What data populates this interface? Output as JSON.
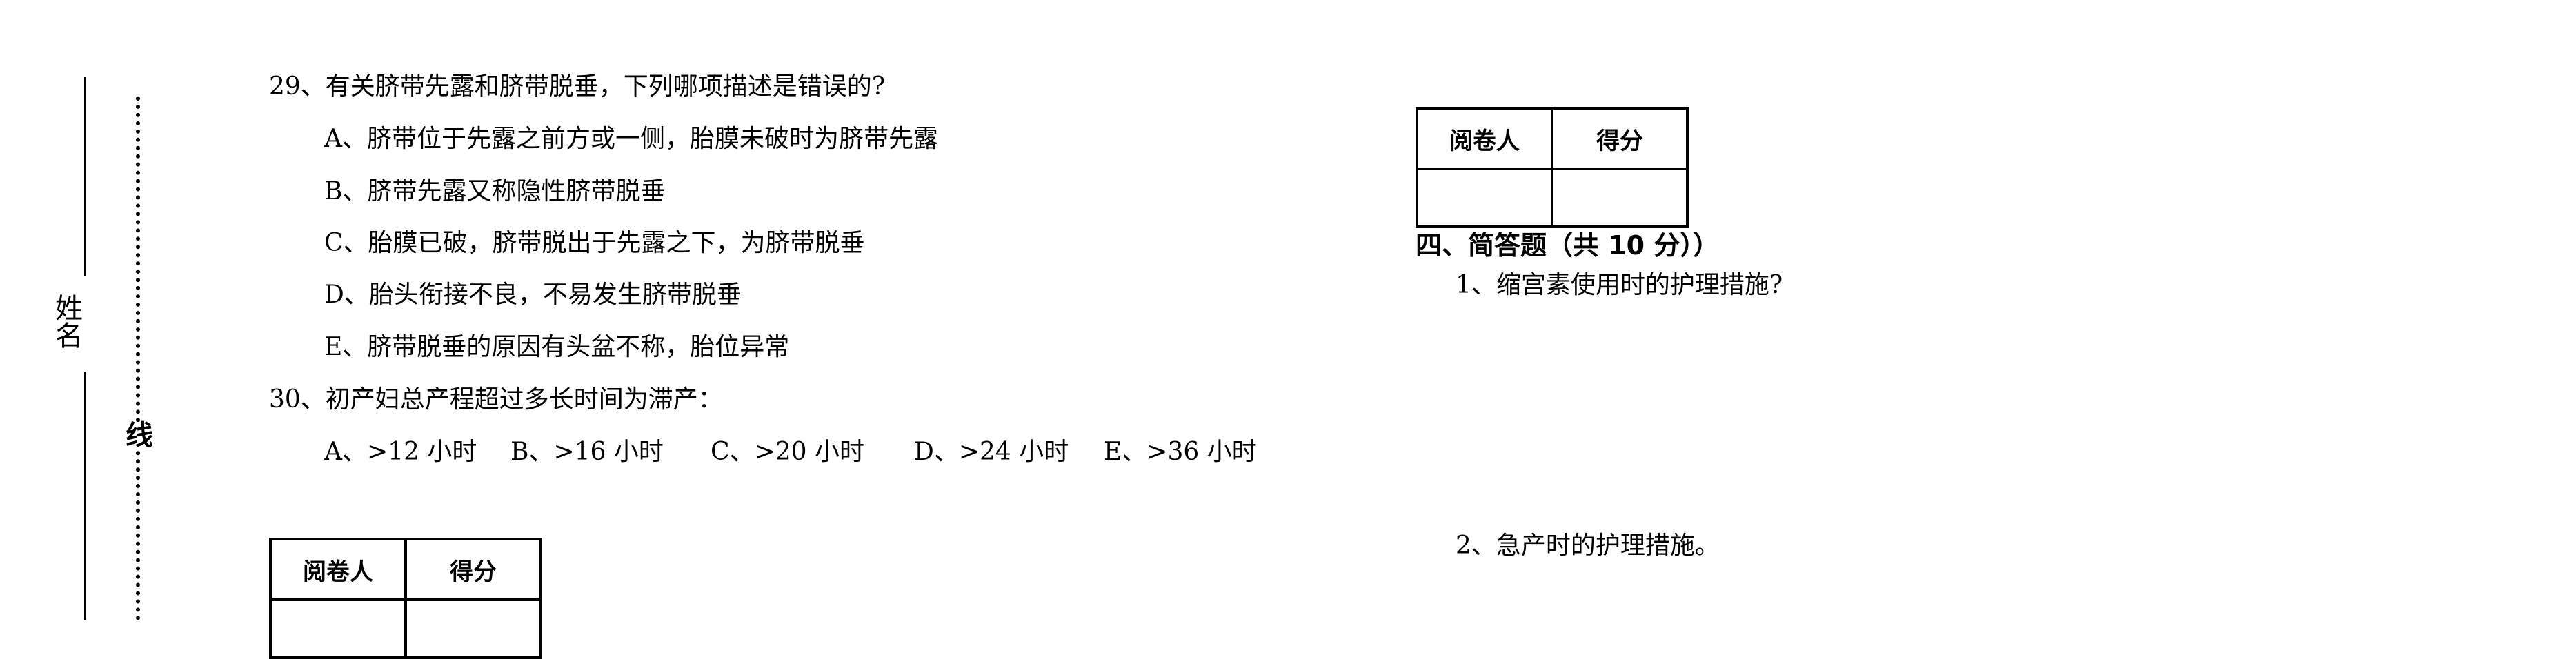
{
  "margin": {
    "name_label": [
      "姓",
      "名"
    ],
    "line_label": "线"
  },
  "q29": {
    "stem": "29、有关脐带先露和脐带脱垂，下列哪项描述是错误的?",
    "options": [
      "A、脐带位于先露之前方或一侧，胎膜未破时为脐带先露",
      "B、脐带先露又称隐性脐带脱垂",
      "C、胎膜已破，脐带脱出于先露之下，为脐带脱垂",
      "D、胎头衔接不良，不易发生脐带脱垂",
      "E、脐带脱垂的原因有头盆不称，胎位异常"
    ]
  },
  "q30": {
    "stem": "30、初产妇总产程超过多长时间为滞产：",
    "options": [
      "A、>12 小时",
      "B、>16 小时",
      "C、>20 小时",
      "D、>24 小时",
      "E、>36 小时"
    ]
  },
  "grade_table": {
    "reviewer": "阅卷人",
    "score": "得分"
  },
  "section4": {
    "title": "四、简答题（共 10 分））",
    "questions": [
      "1、缩宫素使用时的护理措施?",
      "2、急产时的护理措施。"
    ]
  }
}
